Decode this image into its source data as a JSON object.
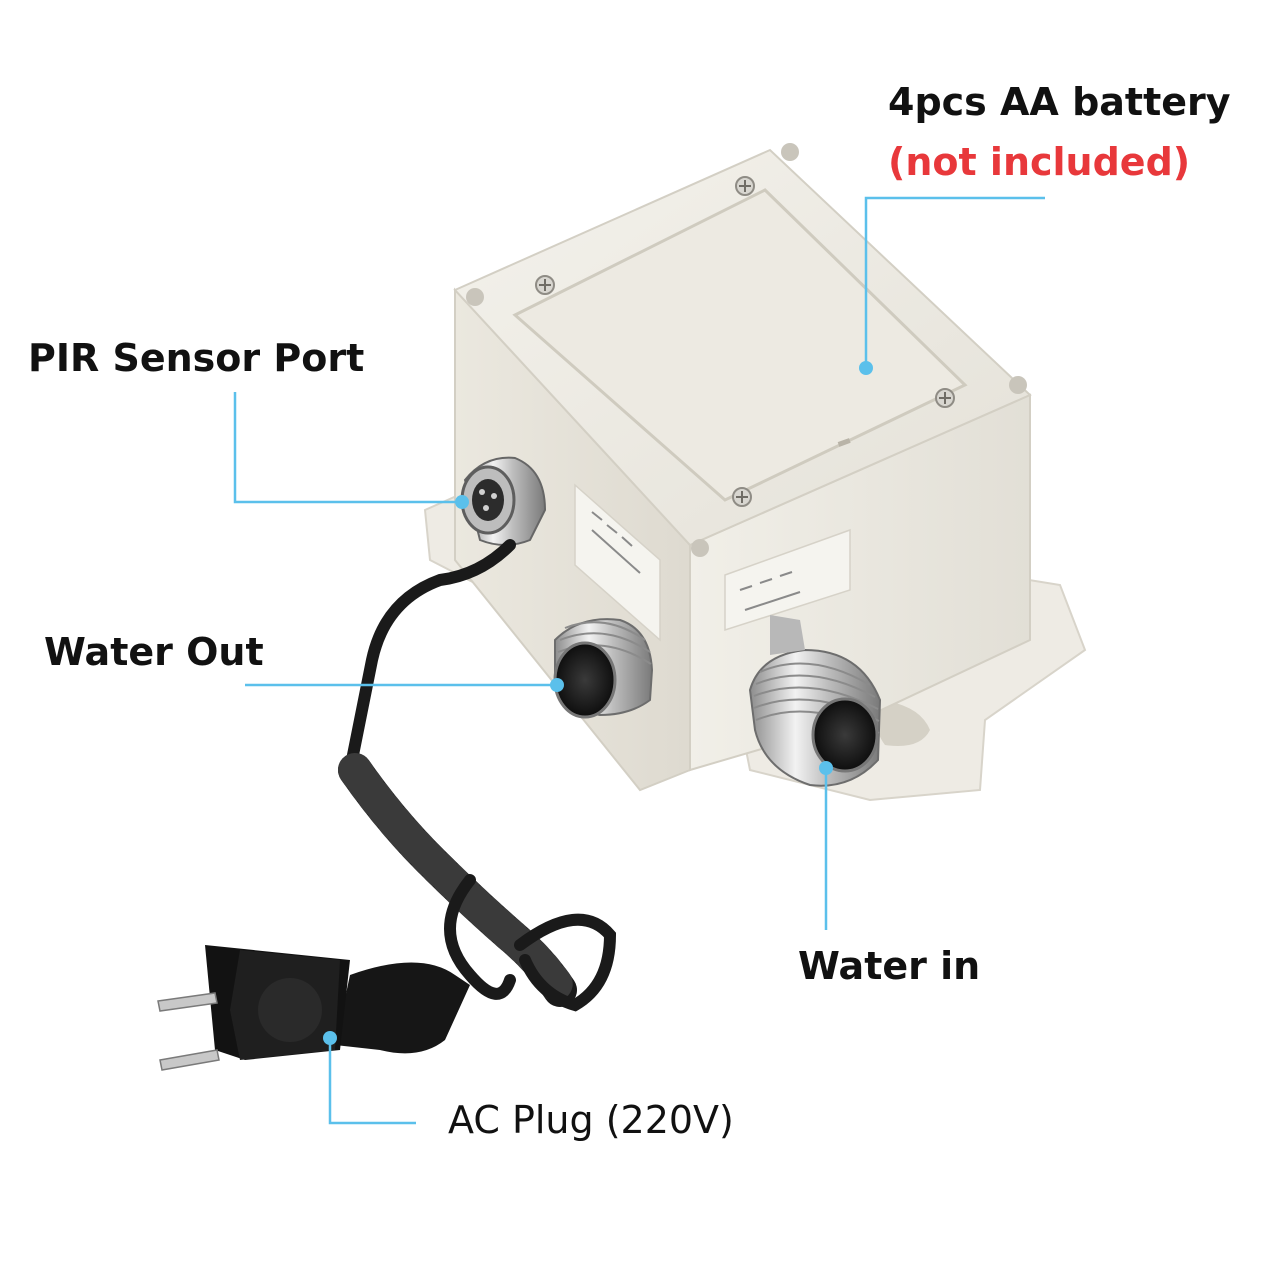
{
  "labels": {
    "battery": "4pcs AA battery",
    "battery_note": "(not included)",
    "pir_port": "PIR Sensor Port",
    "water_out": "Water Out",
    "water_in": "Water in",
    "ac_plug": "AC Plug (220V)"
  },
  "colors": {
    "callout": "#5bc0eb",
    "note": "#e8383b",
    "housing": "#ece9e0",
    "cable": "#1a1a1a",
    "chrome": "#c9c9c9"
  }
}
